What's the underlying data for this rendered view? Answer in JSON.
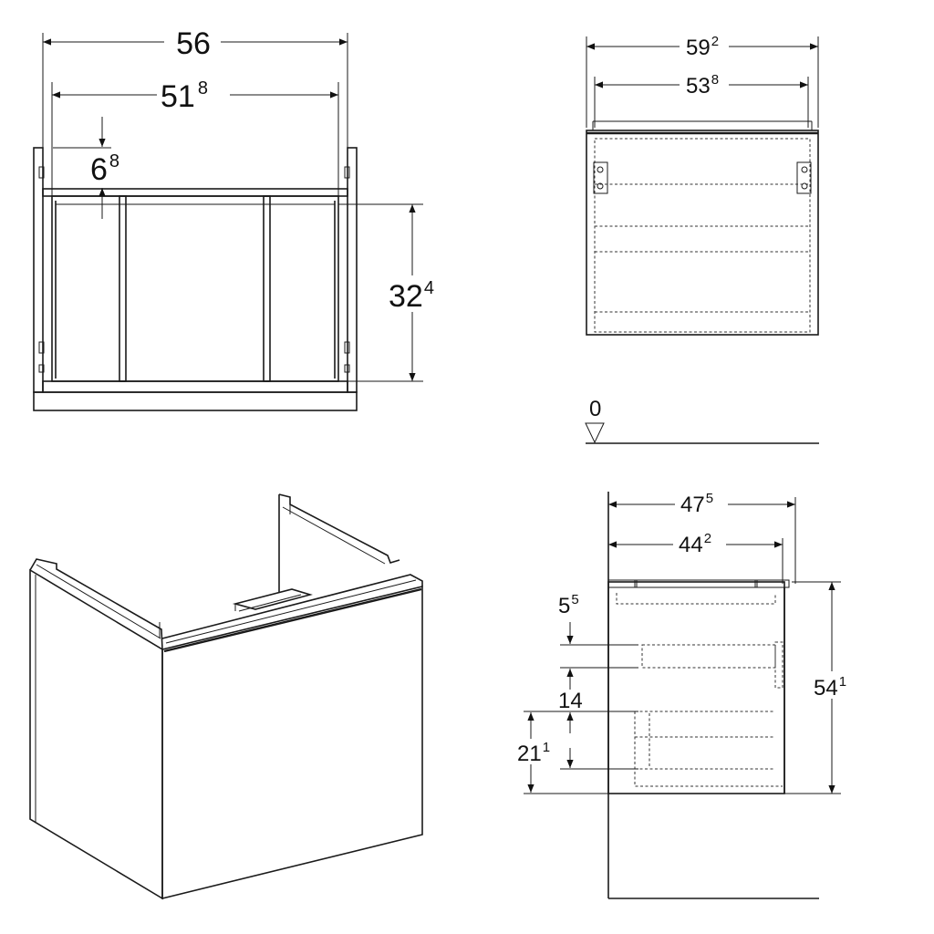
{
  "front_view": {
    "overall_width": {
      "main": "56",
      "sup": ""
    },
    "inner_width": {
      "main": "51",
      "sup": "8"
    },
    "top_gap": {
      "main": "6",
      "sup": "8"
    },
    "inner_height": {
      "main": "32",
      "sup": "4"
    }
  },
  "top_view": {
    "overall_width": {
      "main": "59",
      "sup": "2"
    },
    "inner_width": {
      "main": "53",
      "sup": "8"
    }
  },
  "floor_level": {
    "label": "0"
  },
  "side_view": {
    "overall_depth": {
      "main": "47",
      "sup": "5"
    },
    "inner_depth": {
      "main": "44",
      "sup": "2"
    },
    "top_offset": {
      "main": "5",
      "sup": "5"
    },
    "drawer_gap": {
      "main": "14",
      "sup": ""
    },
    "drawer_height": {
      "main": "21",
      "sup": "1"
    },
    "overall_height": {
      "main": "54",
      "sup": "1"
    }
  }
}
